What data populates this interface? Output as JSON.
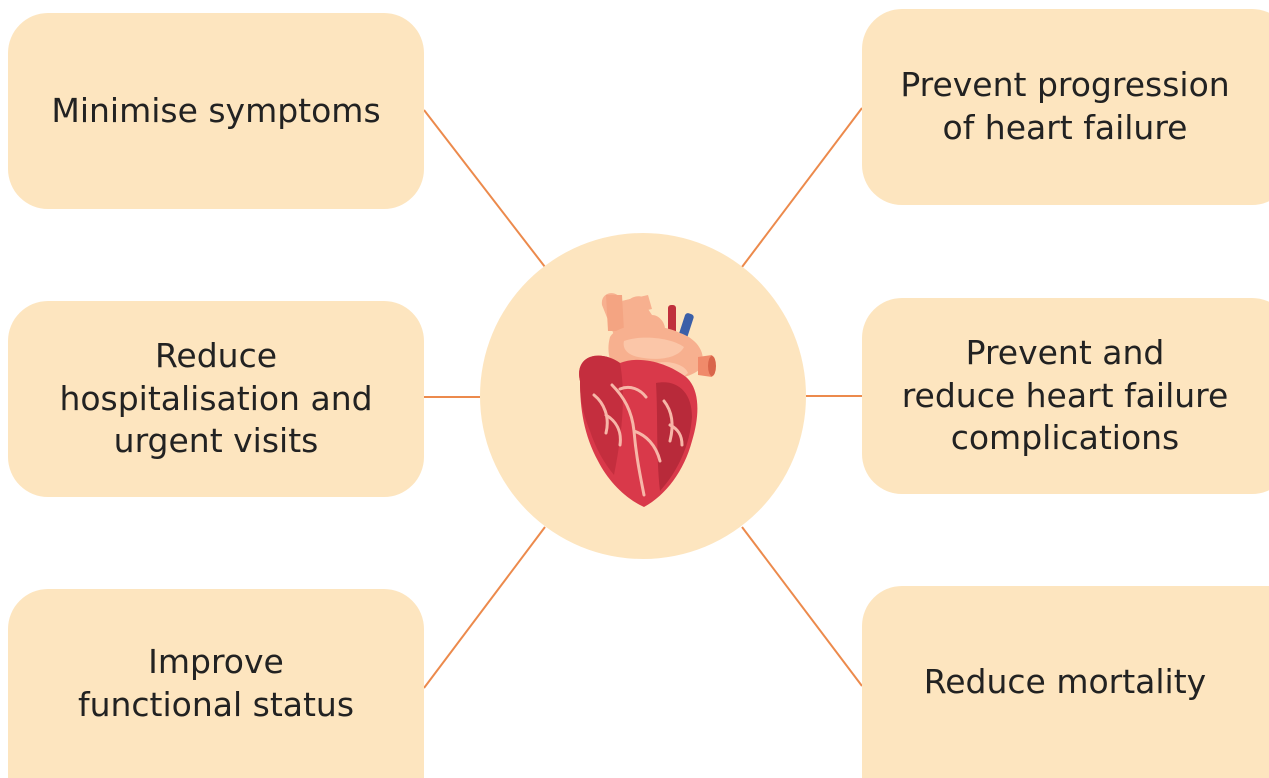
{
  "diagram": {
    "boxes": {
      "top_left": [
        "Minimise symptoms"
      ],
      "middle_left": [
        "Reduce",
        "hospitalisation and",
        "urgent visits"
      ],
      "bottom_left": [
        "Improve",
        "functional status"
      ],
      "top_right": [
        "Prevent progression",
        "of heart failure"
      ],
      "middle_right": [
        "Prevent and",
        "reduce heart failure",
        "complications"
      ],
      "bottom_right": [
        "Reduce mortality"
      ]
    },
    "center_icon": "heart-icon",
    "colors": {
      "box_fill": "#fde5bf",
      "connector": "#ec8a4c",
      "text": "#222222"
    }
  }
}
